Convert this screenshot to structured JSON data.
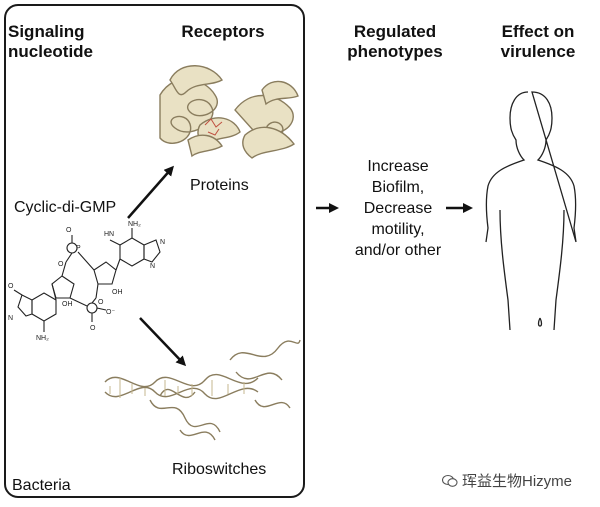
{
  "headers": {
    "signaling": "Signaling\nnucleotide",
    "receptors": "Receptors",
    "phenotypes": "Regulated\nphenotypes",
    "virulence": "Effect on\nvirulence"
  },
  "labels": {
    "molecule": "Cyclic-di-GMP",
    "proteins": "Proteins",
    "riboswitches": "Riboswitches",
    "bacteria": "Bacteria"
  },
  "phenotype_text": "Increase\nBiofilm,\nDecrease\nmotility,\nand/or other",
  "watermark": "珲益生物Hizyme",
  "icons": {
    "wechat": "wechat-icon"
  }
}
